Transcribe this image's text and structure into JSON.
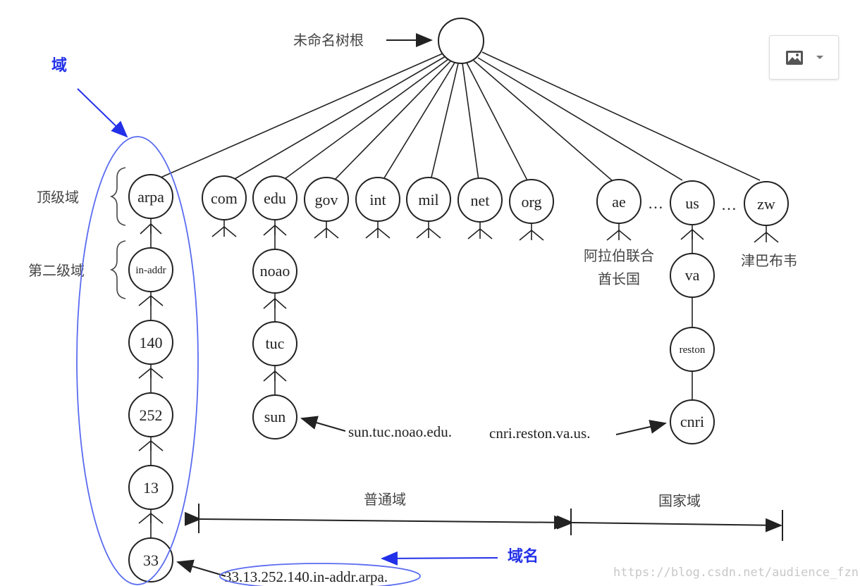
{
  "root_label": "未命名树根",
  "domain_label": "域",
  "domain_name_label": "域名",
  "tld_label": "顶级域",
  "sld_label": "第二级域",
  "nodes": {
    "arpa": "arpa",
    "in_addr": "in-addr",
    "n140": "140",
    "n252": "252",
    "n13": "13",
    "n33": "33",
    "com": "com",
    "edu": "edu",
    "gov": "gov",
    "int": "int",
    "mil": "mil",
    "net": "net",
    "org": "org",
    "ae": "ae",
    "us": "us",
    "zw": "zw",
    "noao": "noao",
    "tuc": "tuc",
    "sun": "sun",
    "va": "va",
    "reston": "reston",
    "cnri": "cnri"
  },
  "dots": "…",
  "ae_caption": [
    "阿拉伯联合",
    "酋长国"
  ],
  "zw_caption": "津巴布韦",
  "sun_fqdn": "sun.tuc.noao.edu.",
  "cnri_fqdn": "cnri.reston.va.us.",
  "reverse_fqdn": "33.13.252.140.in-addr.arpa.",
  "generic_domain_label": "普通域",
  "country_domain_label": "国家域",
  "watermark": "https://blog.csdn.net/audience_fzn",
  "colors": {
    "annotation_blue": "#2230e8",
    "ellipse_blue": "#5a6cf0",
    "line": "#222222"
  },
  "toolbar": {
    "image_icon": "image-icon",
    "dropdown_icon": "chevron-down-icon"
  }
}
